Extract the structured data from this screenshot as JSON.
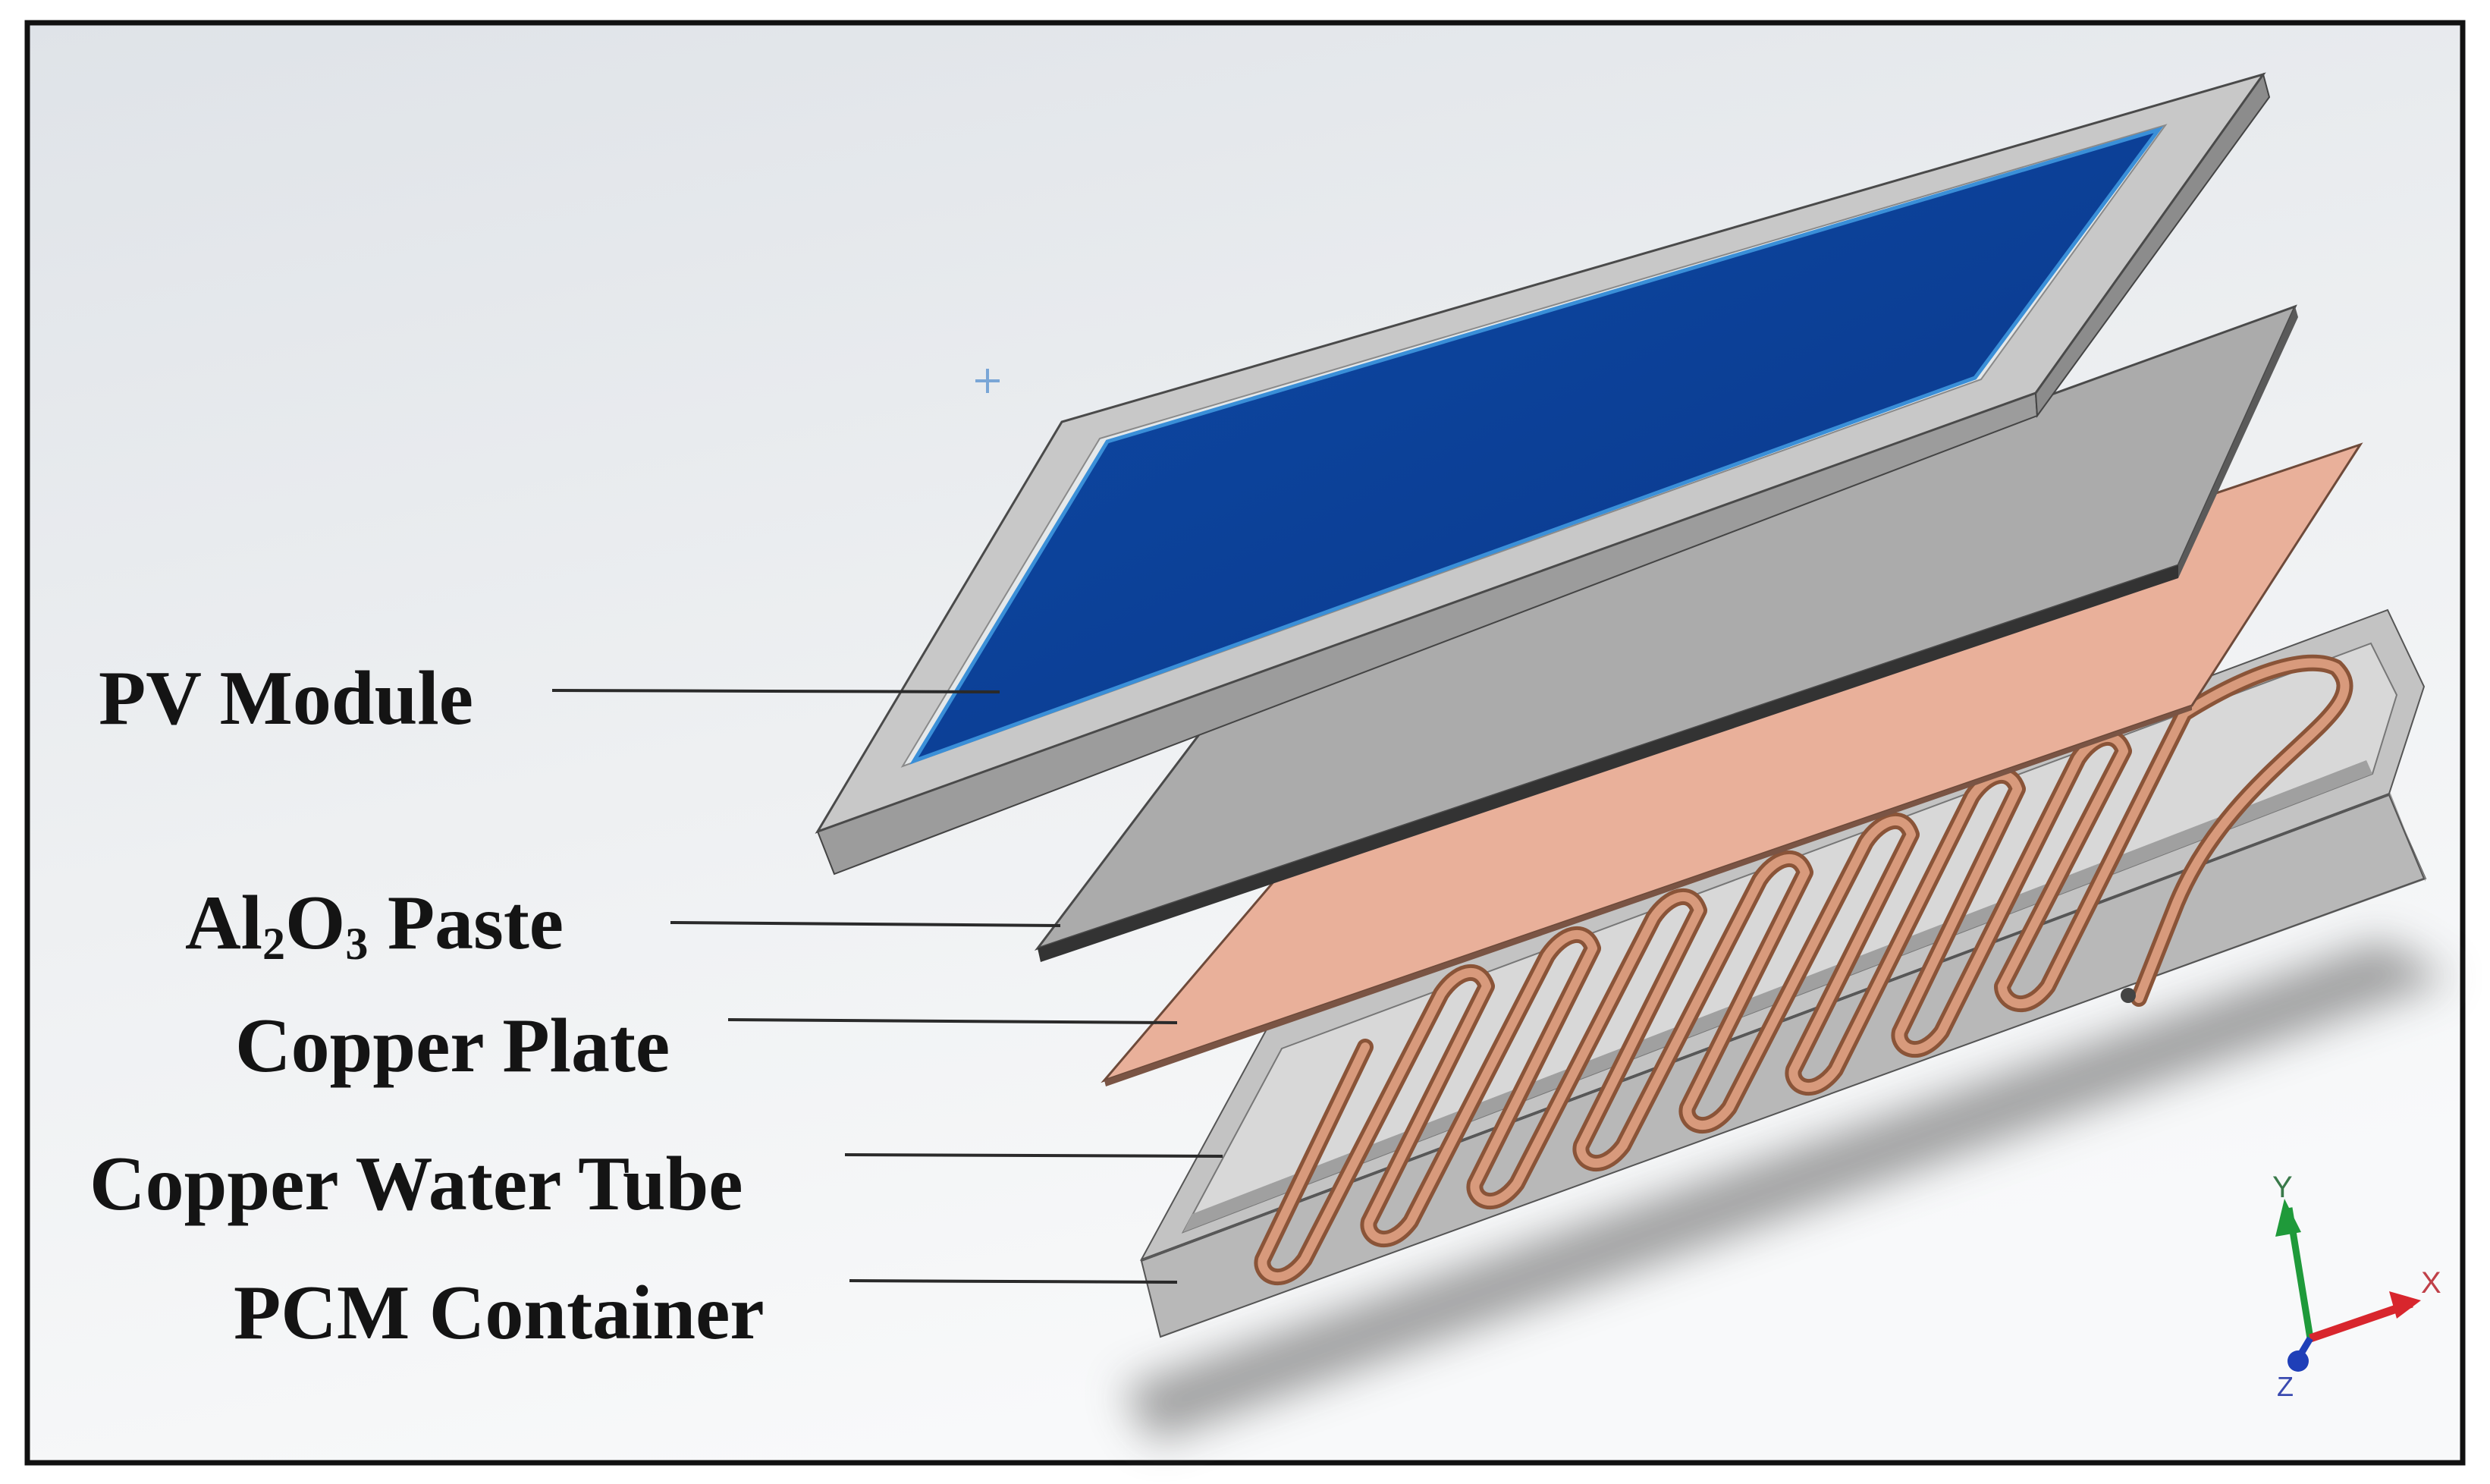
{
  "labels": {
    "pv_module": "PV Module",
    "al2o3_paste": {
      "prefix": "Al",
      "sub1": "2",
      "mid": "O",
      "sub2": "3",
      "suffix": " Paste"
    },
    "copper_plate": "Copper Plate",
    "copper_water_tube": "Copper Water Tube",
    "pcm_container": "PCM Container"
  },
  "axes_triad": {
    "x": "X",
    "y": "Y",
    "z": "Z"
  },
  "colors": {
    "pv_panel": "#0b3c94",
    "pv_frame": "#c4c4c4",
    "paste": "#a9a9a9",
    "copper_plate": "#e8ac93",
    "copper_tube": "#c98466",
    "container": "#b3b3b3",
    "background_top": "#e7eaee",
    "background_bottom": "#f6f7f8",
    "axis_x": "#d8262d",
    "axis_y": "#1f9a3a",
    "axis_z": "#1f3fb8"
  }
}
